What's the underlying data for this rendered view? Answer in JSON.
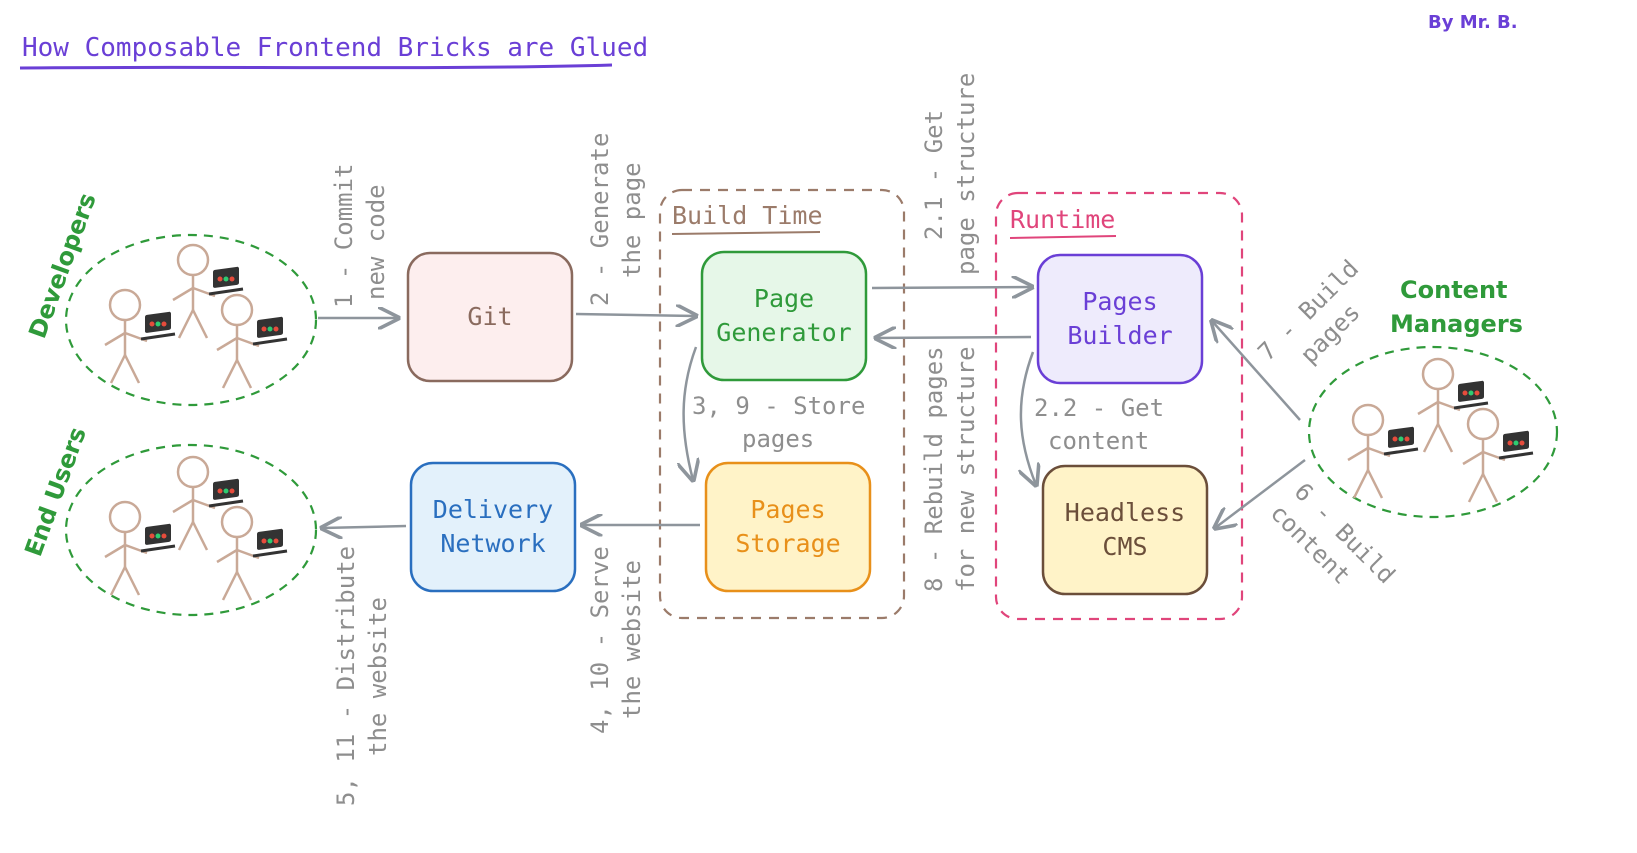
{
  "title": "How Composable Frontend Bricks are Glued",
  "author": "By Mr. B.",
  "groups": {
    "build_time": "Build Time",
    "runtime": "Runtime"
  },
  "actors": {
    "developers": "Developers",
    "end_users": "End Users",
    "content_managers_1": "Content",
    "content_managers_2": "Managers"
  },
  "nodes": {
    "git": "Git",
    "page_generator_1": "Page",
    "page_generator_2": "Generator",
    "pages_storage_1": "Pages",
    "pages_storage_2": "Storage",
    "delivery_network_1": "Delivery",
    "delivery_network_2": "Network",
    "pages_builder_1": "Pages",
    "pages_builder_2": "Builder",
    "headless_cms_1": "Headless",
    "headless_cms_2": "CMS"
  },
  "edges": {
    "commit_1": "1 - Commit",
    "commit_2": "new code",
    "generate_1": "2 - Generate",
    "generate_2": "the page",
    "get_structure_1": "2.1 - Get",
    "get_structure_2": "page structure",
    "rebuild_1": "8 - Rebuild pages",
    "rebuild_2": "for new structure",
    "store_1": "3, 9 - Store",
    "store_2": "pages",
    "get_content_1": "2.2 - Get",
    "get_content_2": "content",
    "build_pages_1": "7 - Build",
    "build_pages_2": "pages",
    "build_content_1": "6 - Build",
    "build_content_2": "content",
    "serve_1": "4, 10 - Serve",
    "serve_2": "the website",
    "distribute_1": "5, 11 - Distribute",
    "distribute_2": "the website"
  },
  "colors": {
    "title": "#6a3fd6",
    "actor_green": "#2f9a3a",
    "arrow_gray": "#8e959c",
    "build_time": "#9b7b6a",
    "runtime": "#e0457b",
    "git_fill": "#fdeeee",
    "git_stroke": "#8a6a5e",
    "generator_fill": "#e6f7e8",
    "generator_stroke": "#2f9a3a",
    "storage_fill": "#fff3c8",
    "storage_stroke": "#e8901a",
    "delivery_fill": "#e3f1fb",
    "delivery_stroke": "#2a6fbf",
    "builder_fill": "#eeebfc",
    "builder_stroke": "#6a3fd6",
    "cms_fill": "#fff3c8",
    "cms_stroke": "#6b4e3a"
  }
}
